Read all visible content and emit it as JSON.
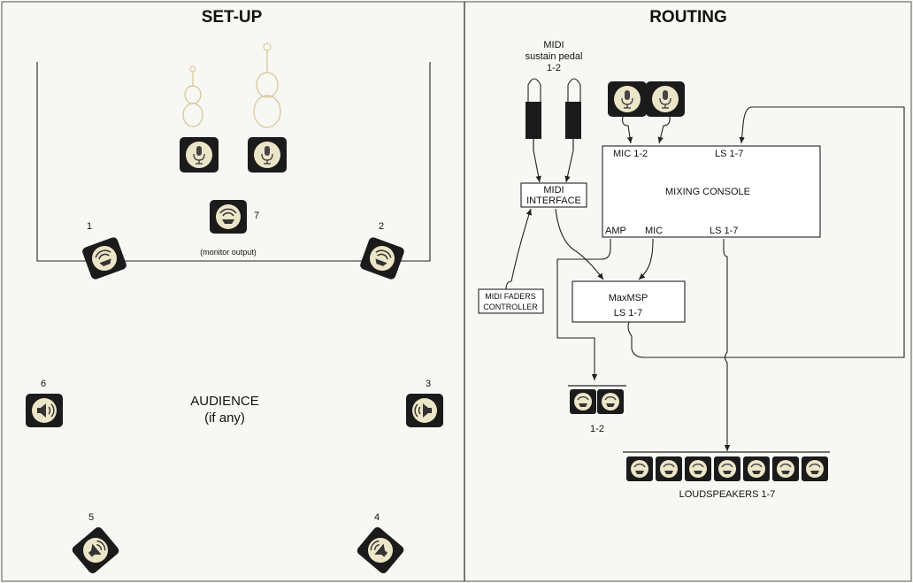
{
  "setup": {
    "title": "SET-UP",
    "monitor_label": "(monitor output)",
    "audience_line1": "AUDIENCE",
    "audience_line2": "(if any)",
    "speaker_numbers": [
      "1",
      "2",
      "3",
      "4",
      "5",
      "6",
      "7"
    ]
  },
  "routing": {
    "title": "ROUTING",
    "midi_pedal": [
      "MIDI",
      "sustain pedal",
      "1-2"
    ],
    "midi_interface": [
      "MIDI",
      "INTERFACE"
    ],
    "midi_faders": [
      "MIDI FADERS",
      "CONTROLLER"
    ],
    "console": {
      "title": "MIXING CONSOLE",
      "mic_in": "MIC 1-2",
      "ls_in": "LS 1-7",
      "amp_out": "AMP",
      "mic_out": "MIC",
      "ls_out": "LS 1-7"
    },
    "maxmsp": [
      "MaxMSP",
      "LS 1-7"
    ],
    "monitor_group_label": "1-2",
    "loudspeakers_label": "LOUDSPEAKERS 1-7"
  },
  "icons": {
    "microphone": "microphone-icon",
    "loudspeaker": "loudspeaker-icon",
    "violin": "violin-icon",
    "viola": "viola-icon",
    "pedal": "pedal-plug-icon"
  },
  "colors": {
    "tile": "#1b1b1b",
    "tile_face": "#ece6c8",
    "line": "#222222",
    "instrument": "#e6dcb8"
  }
}
